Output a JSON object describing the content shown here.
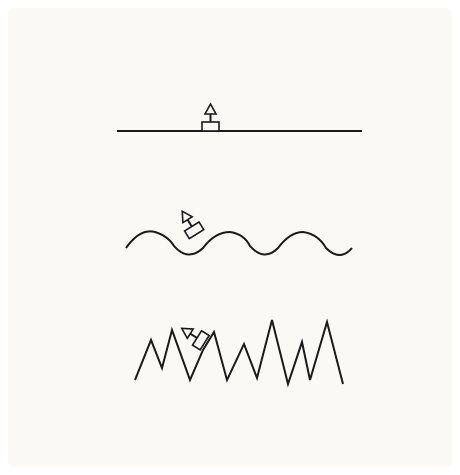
{
  "figure": {
    "background_color": "#fbf9f5",
    "ink_color": "#1a1a1a",
    "panels": [
      {
        "id": "calm",
        "surface": "flat-line",
        "boat_pose": "upright"
      },
      {
        "id": "waves",
        "surface": "smooth-waves",
        "boat_pose": "tilted"
      },
      {
        "id": "rough",
        "surface": "jagged-peaks",
        "boat_pose": "steeply-tilted"
      }
    ]
  }
}
